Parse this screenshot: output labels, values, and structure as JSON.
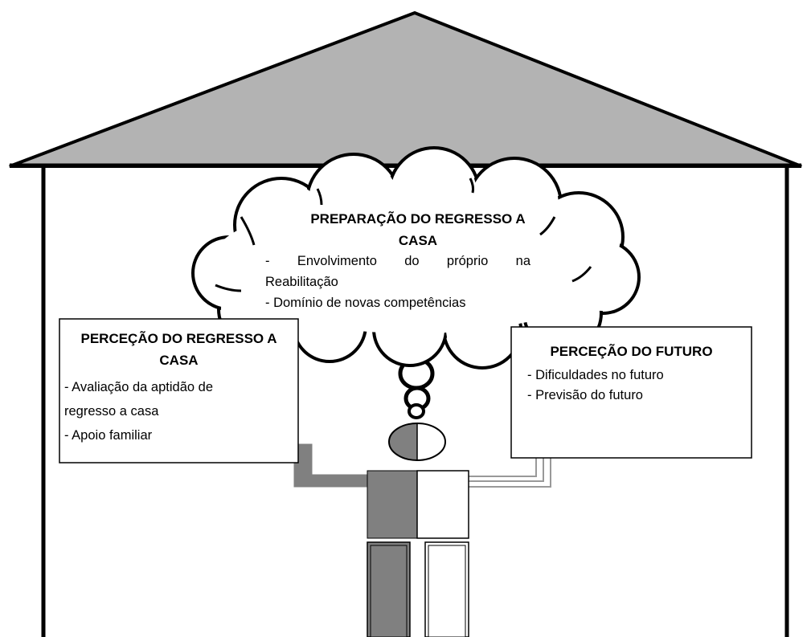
{
  "cloud": {
    "title": "PREPARAÇÃO DO REGRESSO A CASA",
    "items": [
      "- Envolvimento do próprio na",
      "Reabilitação",
      "- Domínio de novas competências"
    ]
  },
  "left_box": {
    "title_line1": "PERCEÇÃO DO REGRESSO A",
    "title_line2": "CASA",
    "items": [
      "- Avaliação da aptidão de",
      "regresso a casa",
      "- Apoio familiar"
    ]
  },
  "right_box": {
    "title": "PERCEÇÃO DO FUTURO",
    "items": [
      "- Dificuldades no futuro",
      "- Previsão do futuro"
    ]
  },
  "colors": {
    "roof_fill": "#b3b3b3",
    "figure_gray": "#808080",
    "stroke": "#000000",
    "background": "#ffffff"
  }
}
